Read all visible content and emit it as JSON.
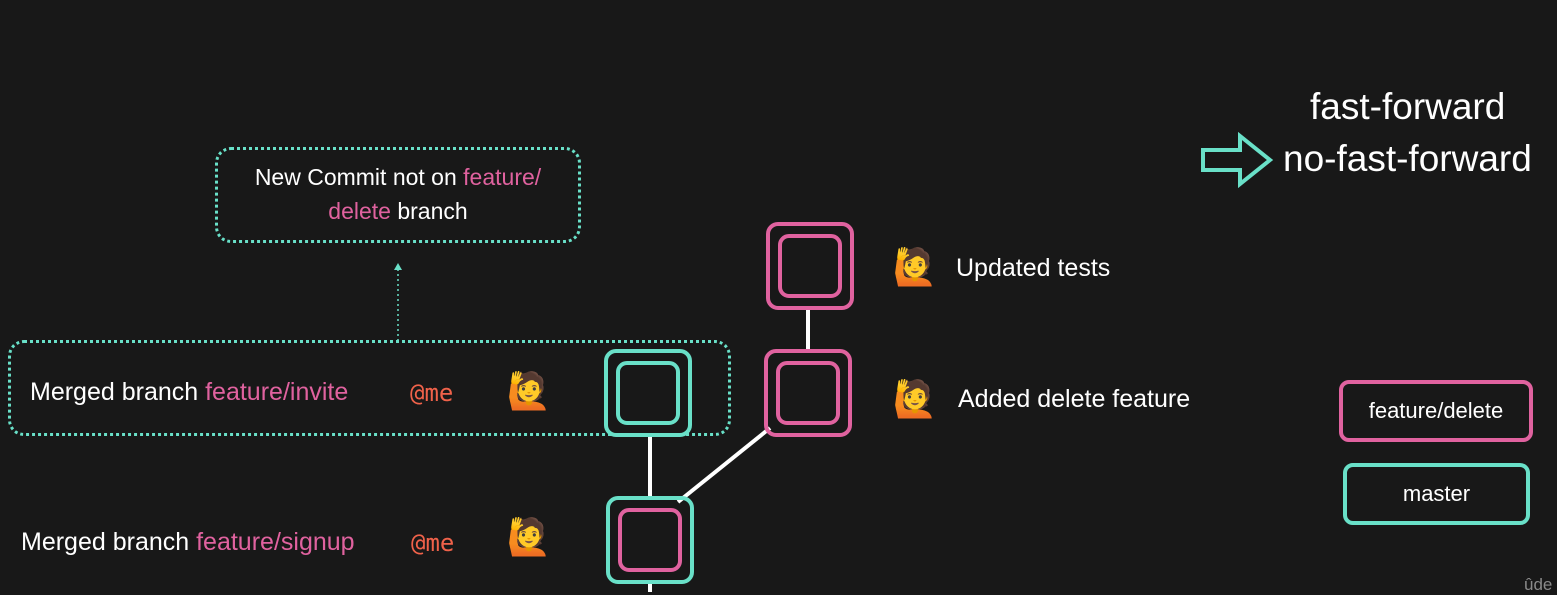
{
  "header": {
    "line1": "fast-forward",
    "line2": "no-fast-forward",
    "arrow_icon": "outline-right-arrow-icon"
  },
  "callout_new_commit": {
    "text_before": "New Commit not on ",
    "highlight_a": "feature/",
    "highlight_b": "delete",
    "text_after": " branch"
  },
  "commits": [
    {
      "id": "updated-tests",
      "message": "Updated tests",
      "branch": "feature/delete"
    },
    {
      "id": "added-delete-feature",
      "message": "Added delete feature",
      "branch": "feature/delete"
    },
    {
      "id": "merged-invite",
      "prefix": "Merged branch ",
      "branch_name": "feature/invite",
      "author": "@me",
      "branch": "master"
    },
    {
      "id": "merged-signup",
      "prefix": "Merged branch ",
      "branch_name": "feature/signup",
      "author": "@me",
      "branch": "master"
    }
  ],
  "avatar_icon": "raising-hand-person-icon",
  "legend": [
    {
      "label": "feature/delete",
      "color": "#e0629f"
    },
    {
      "label": "master",
      "color": "#69e0c8"
    }
  ],
  "colors": {
    "background": "#181818",
    "feature_delete": "#e0629f",
    "master": "#69e0c8",
    "author": "#f0624a",
    "edge": "#ffffff"
  },
  "watermark": "ûde"
}
